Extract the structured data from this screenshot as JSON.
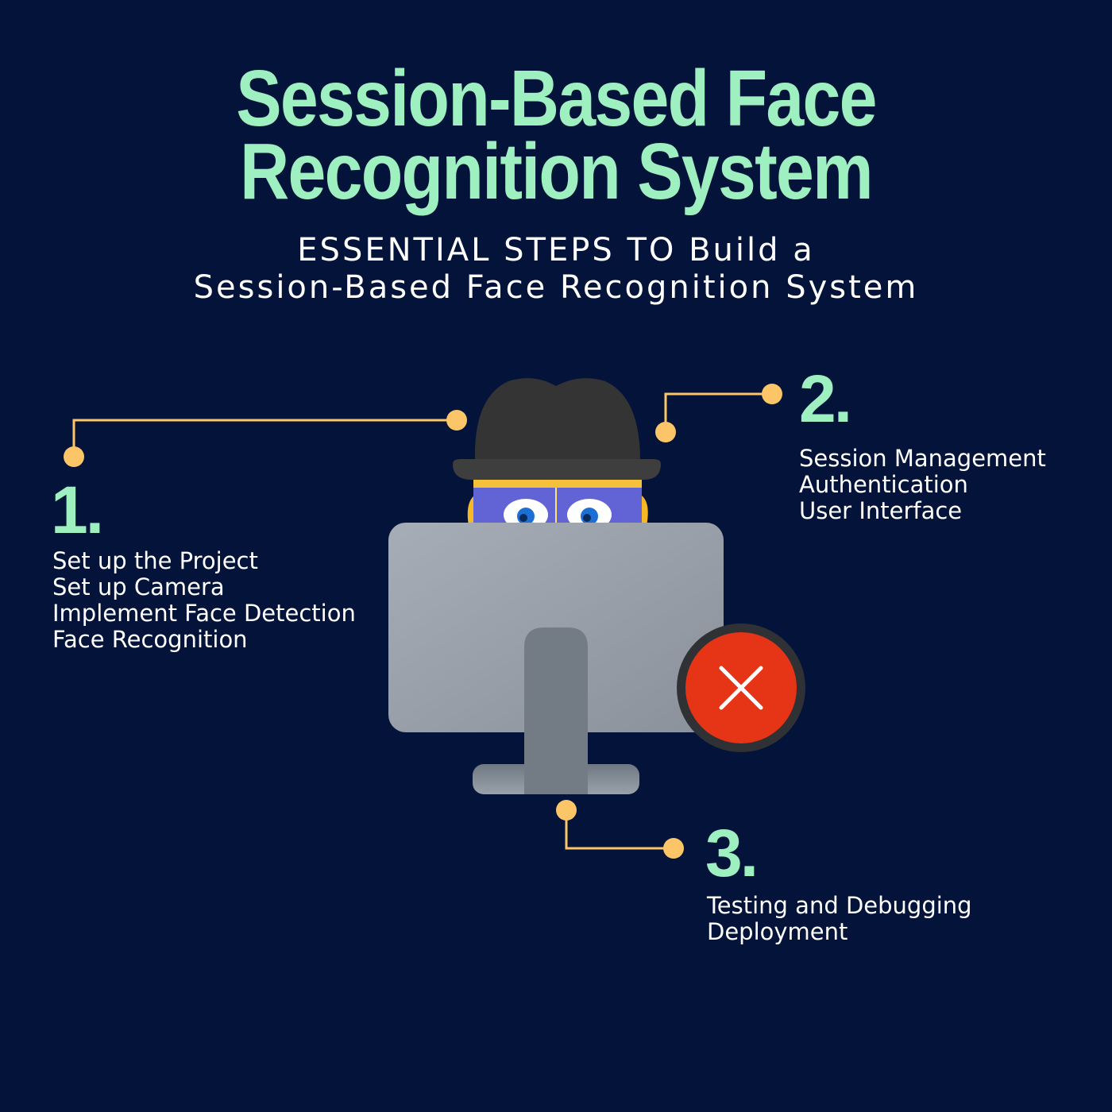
{
  "title": {
    "line1": "Session-Based Face",
    "line2": "Recognition System"
  },
  "subtitle": {
    "line1": "ESSENTIAL STEPS TO Build a",
    "line2": "Session-Based Face Recognition System"
  },
  "steps": [
    {
      "number": "1.",
      "items": [
        "Set up the Project",
        "Set up Camera",
        "Implement Face Detection",
        "Face Recognition"
      ]
    },
    {
      "number": "2.",
      "items": [
        "Session Management",
        "Authentication",
        "User Interface"
      ]
    },
    {
      "number": "3.",
      "items": [
        "Testing and Debugging",
        "Deployment"
      ]
    }
  ],
  "illustration": {
    "figure": "hooded-spy-behind-monitor",
    "status_icon": "error-x-icon"
  },
  "colors": {
    "background": "#03133a",
    "accent_green": "#9ef0c1",
    "connector_orange": "#fcc567",
    "error_red": "#e63416",
    "text_white": "#ffffff"
  }
}
